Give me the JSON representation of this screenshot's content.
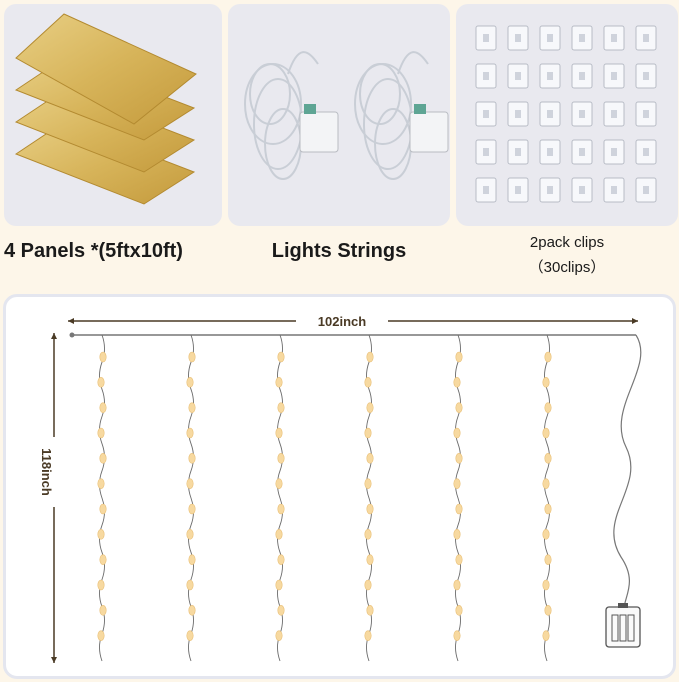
{
  "products": {
    "panels": {
      "caption": "4 Panels *(5ftx10ft)",
      "count": 4,
      "color": "#d9b65a"
    },
    "lights": {
      "caption": "Lights Strings",
      "count": 2
    },
    "clips": {
      "caption_line1": "2pack clips",
      "caption_line2": "（30clips）",
      "rows": 5,
      "cols": 6
    }
  },
  "diagram": {
    "width_label": "102inch",
    "height_label": "118inch",
    "strands": 6,
    "bulbs_per_strand": 12,
    "bulb_color": "#f7d9a0",
    "wire_color": "#6b6b6b"
  }
}
